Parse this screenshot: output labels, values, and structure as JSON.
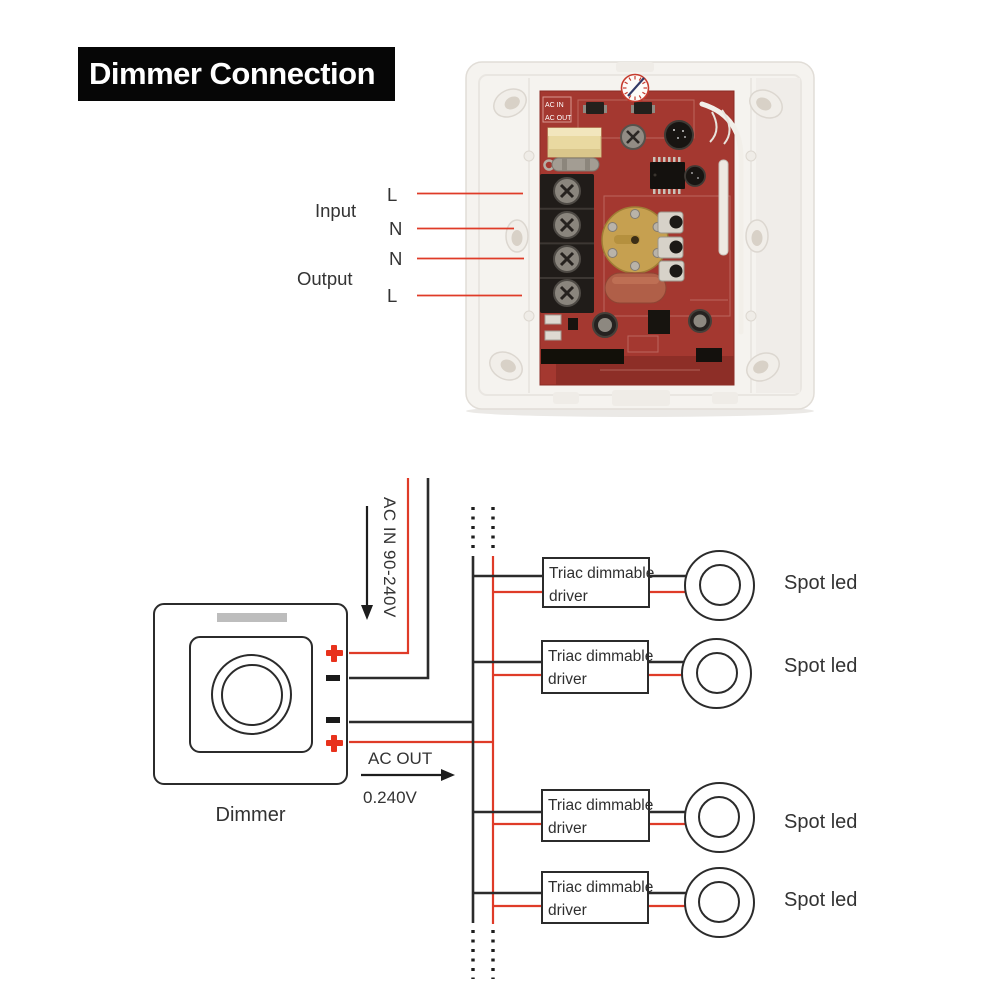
{
  "title": "Dimmer Connection",
  "photo": {
    "description": "dimmer internal circuit board in white wall-mount enclosure",
    "pcb_label_ac_in": "AC IN",
    "pcb_label_ac_out": "AC OUT"
  },
  "input_section": {
    "input_label": "Input",
    "output_label": "Output",
    "terminals": [
      "L",
      "N",
      "N",
      "L"
    ]
  },
  "diagram": {
    "ac_in_label": "AC IN 90-240V",
    "ac_out_label": "AC OUT",
    "ac_out_voltage": "0.240V",
    "dimmer_label": "Dimmer",
    "polarity": [
      "+",
      "-",
      "-",
      "+"
    ],
    "rows": [
      {
        "driver_line1": "Triac dimmable",
        "driver_line2": "driver",
        "led_label": "Spot led"
      },
      {
        "driver_line1": "Triac dimmable",
        "driver_line2": "driver",
        "led_label": "Spot led"
      },
      {
        "driver_line1": "Triac dimmable",
        "driver_line2": "driver",
        "led_label": "Spot led"
      },
      {
        "driver_line1": "Triac dimmable",
        "driver_line2": "driver",
        "led_label": "Spot led"
      }
    ]
  },
  "colors": {
    "wire_live": "#df3b28",
    "wire_neutral": "#2b2b2b",
    "title_bg": "#060606",
    "title_fg": "#ffffff",
    "pcb_red": "#a43830",
    "brass": "#c6a050",
    "enclosure": "#f5f3ef"
  }
}
